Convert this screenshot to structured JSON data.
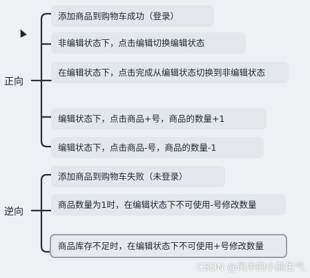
{
  "roots": [
    {
      "label": "正向",
      "children": [
        "添加商品到购物车成功（登录）",
        "非编辑状态下，点击编辑切换编辑状态",
        "在编辑状态下，点击完成从编辑状态切换到非编辑状态",
        "编辑状态下，点击商品+号，商品的数量+1",
        "编辑状态下，点击商品-号，商品的数量-1"
      ]
    },
    {
      "label": "逆向",
      "children": [
        "添加商品到购物车失败（未登录）",
        "商品数量为1时，在编辑状态下不可使用-号修改数量",
        "商品库存不足时，在编辑状态下不可使用+号修改数量"
      ]
    }
  ],
  "watermark": "CSDN @风中的小熊生气"
}
